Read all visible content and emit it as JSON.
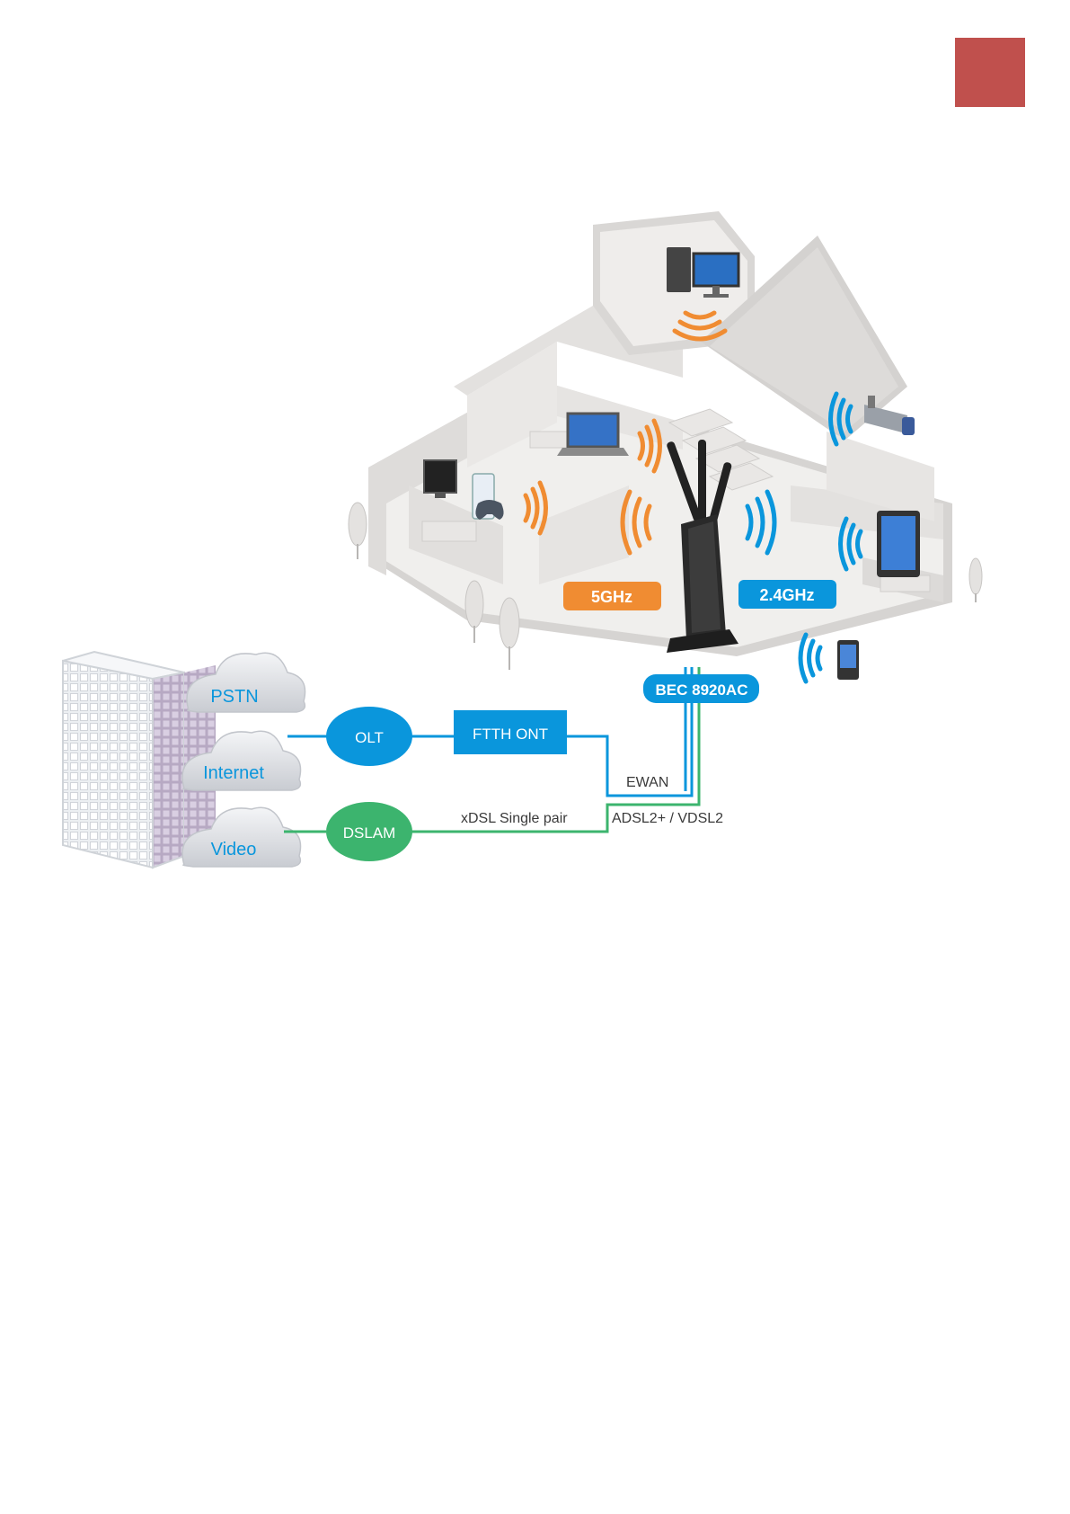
{
  "page": {
    "corner_tab_color": "#c0504d"
  },
  "colors": {
    "blue": "#0a96dc",
    "green": "#3cb46e",
    "orange": "#f08c32",
    "house_wall": "#dcdad8",
    "house_floor": "#efeeec"
  },
  "clouds": [
    {
      "label": "PSTN"
    },
    {
      "label": "Internet"
    },
    {
      "label": "Video"
    }
  ],
  "network": {
    "olt": "OLT",
    "ftth_ont": "FTTH ONT",
    "dslam": "DSLAM",
    "ewan": "EWAN",
    "xdsl": "xDSL Single pair",
    "adsl": "ADSL2+ / VDSL2"
  },
  "router": {
    "model": "BEC 8920AC",
    "band_5": "5GHz",
    "band_24": "2.4GHz"
  }
}
